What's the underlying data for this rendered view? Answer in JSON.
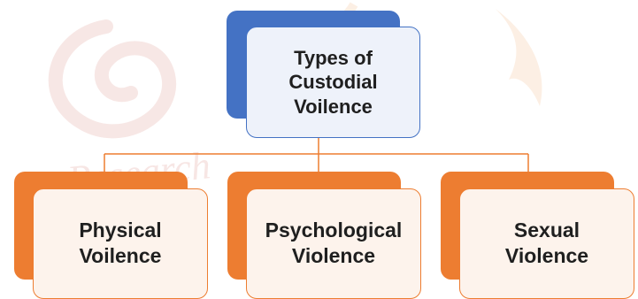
{
  "diagram": {
    "root": {
      "label_lines": [
        "Types of",
        "Custodial",
        "Voilence"
      ]
    },
    "children": [
      {
        "label_lines": [
          "Physical",
          "Voilence"
        ]
      },
      {
        "label_lines": [
          "Psychological",
          "Violence"
        ]
      },
      {
        "label_lines": [
          "Sexual",
          "Violence"
        ]
      }
    ],
    "watermark_text": "a-Research",
    "colors": {
      "root_back": "#4472c4",
      "root_front_fill": "#eef2fa",
      "child_back": "#ed7d31",
      "child_front_fill": "#fdf3ec",
      "connector": "#ed7d31",
      "text": "#1f1f1f"
    }
  }
}
